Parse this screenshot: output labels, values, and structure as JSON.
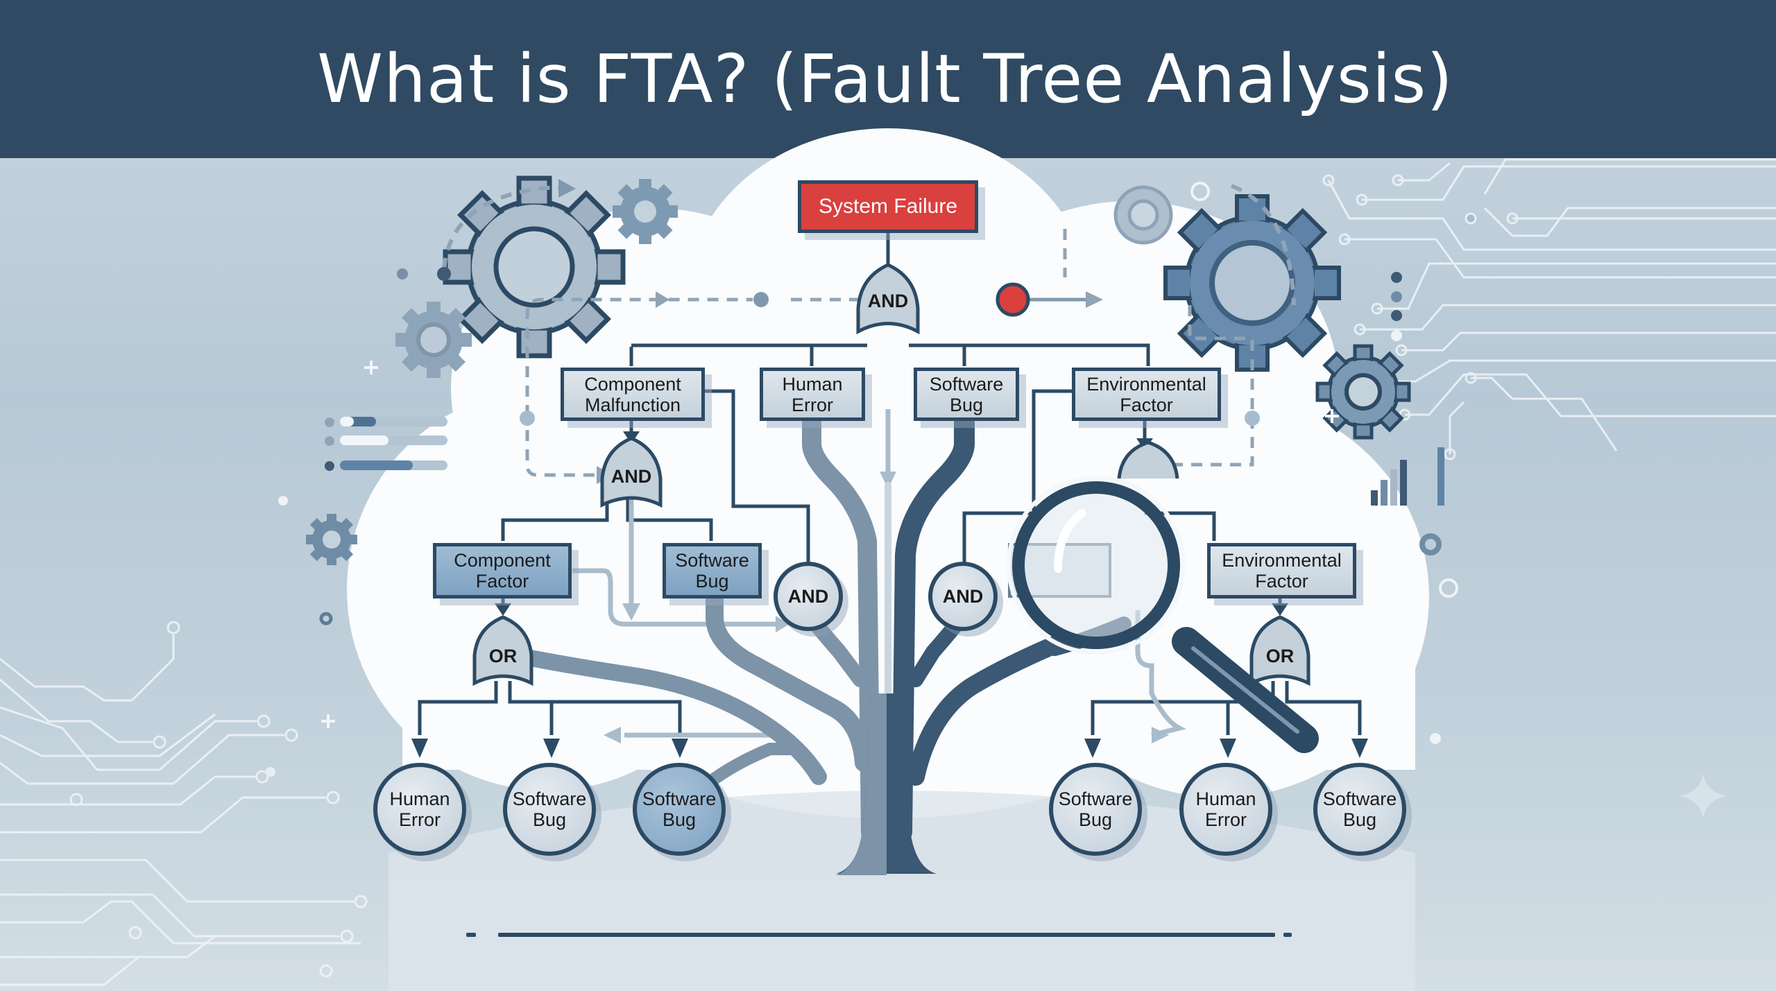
{
  "header": {
    "title": "What is FTA? (Fault Tree Analysis)"
  },
  "colors": {
    "header_bg": "#2f4a62",
    "top_event": "#d9403e",
    "outline": "#2c4a64",
    "node_gray": "#d2dce4",
    "node_blue": "#8fb0cb",
    "background": "#b7c9d6"
  },
  "diagram": {
    "top_event": {
      "label": "System Failure"
    },
    "top_gate": {
      "type": "AND"
    },
    "level1": [
      {
        "label_line1": "Component",
        "label_line2": "Malfunction"
      },
      {
        "label_line1": "Human",
        "label_line2": "Error"
      },
      {
        "label_line1": "Software",
        "label_line2": "Bug"
      },
      {
        "label_line1": "Environmental",
        "label_line2": "Factor"
      }
    ],
    "level1_gates": [
      {
        "type": "AND"
      },
      {
        "type": "AND"
      },
      {
        "type": "AND"
      }
    ],
    "level2": [
      {
        "label_line1": "Component",
        "label_line2": "Factor"
      },
      {
        "label_line1": "Software",
        "label_line2": "Bug"
      },
      {
        "label_line1": "Environmental",
        "label_line2": "Factor"
      }
    ],
    "level2_gates": [
      {
        "type": "OR"
      },
      {
        "type": "OR"
      }
    ],
    "basic_events": [
      {
        "label_line1": "Human",
        "label_line2": "Error"
      },
      {
        "label_line1": "Software",
        "label_line2": "Bug"
      },
      {
        "label_line1": "Software",
        "label_line2": "Bug"
      },
      {
        "label_line1": "Software",
        "label_line2": "Bug"
      },
      {
        "label_line1": "Human",
        "label_line2": "Error"
      },
      {
        "label_line1": "Software",
        "label_line2": "Bug"
      }
    ]
  },
  "decorations": {
    "icons": [
      "gear-icon",
      "magnifier-icon",
      "circuit-lines",
      "bar-chart-icon",
      "sparkle-icon",
      "progress-bars"
    ]
  }
}
